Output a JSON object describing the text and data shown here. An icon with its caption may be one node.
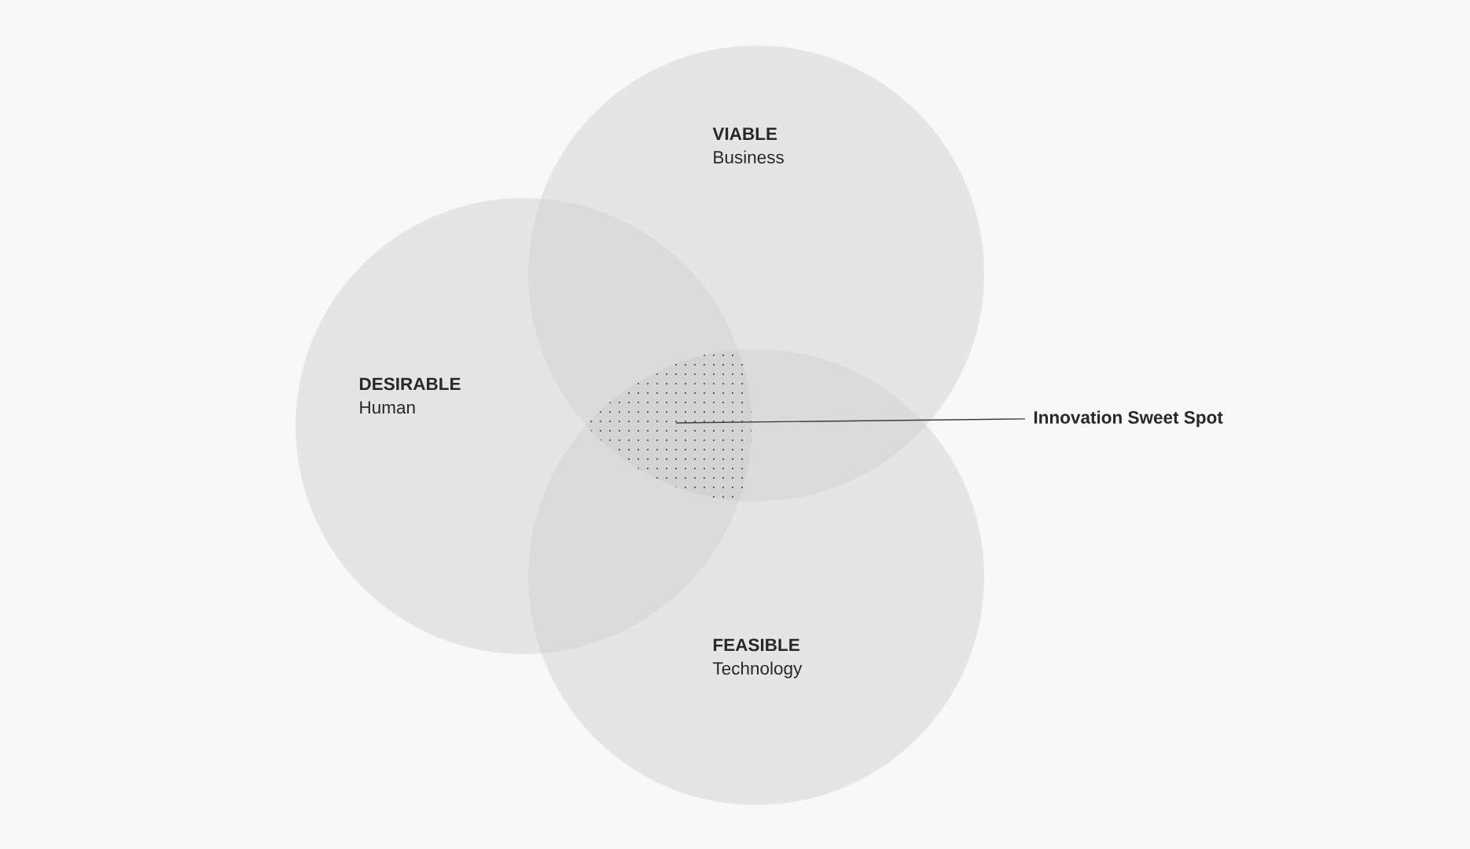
{
  "diagram": {
    "nodes": [
      {
        "text": [
          "VIABLE",
          "Business"
        ]
      },
      {
        "text": [
          "DESIRABLE",
          "Human"
        ]
      },
      {
        "text": [
          "FEASIBLE",
          "Technology"
        ]
      },
      {
        "text": [
          "Innovation Sweet Spot"
        ]
      },
      {
        "text": [],
        "shape": "area"
      }
    ],
    "edges": [
      {
        "from": 3,
        "to": 4,
        "arrow": "none"
      }
    ]
  }
}
